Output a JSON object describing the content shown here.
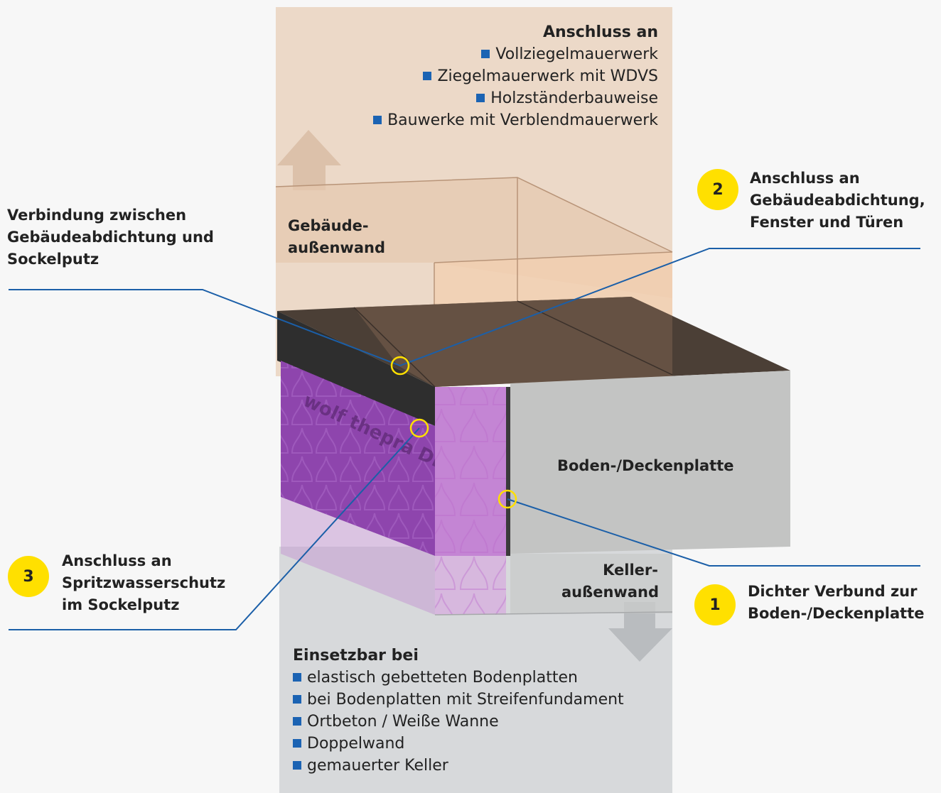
{
  "top_box": {
    "heading": "Anschluss an",
    "items": [
      "Vollziegelmauerwerk",
      "Ziegelmauerwerk mit WDVS",
      "Holzständerbauweise",
      "Bauwerke mit Verblendmauerwerk"
    ]
  },
  "bottom_box": {
    "heading": "Einsetzbar bei",
    "items": [
      "elastisch gebetteten Bodenplatten",
      "bei Bodenplatten mit Streifenfundament",
      "Ortbeton / Weiße Wanne",
      "Doppelwand",
      "gemauerter Keller"
    ]
  },
  "labels": {
    "wall_upper": [
      "Gebäude-",
      "außenwand"
    ],
    "slab": "Boden-/Deckenplatte",
    "wall_lower": [
      "Keller-",
      "außenwand"
    ],
    "product_print": "wolf thepra DDS"
  },
  "callouts": {
    "left_top": [
      "Verbindung zwischen",
      "Gebäudeabdichtung und",
      "Sockelputz"
    ],
    "c2": {
      "number": "2",
      "lines": [
        "Anschluss an",
        "Gebäudeabdichtung,",
        "Fenster und Türen"
      ]
    },
    "c3": {
      "number": "3",
      "lines": [
        "Anschluss an",
        "Spritzwasserschutz",
        "im Sockelputz"
      ]
    },
    "c1": {
      "number": "1",
      "lines": [
        "Dichter Verbund zur",
        "Boden-/Deckenplatte"
      ]
    }
  },
  "colors": {
    "top_panel": "#ecd9c8",
    "bottom_panel": "#d7d9db",
    "bullet": "#1b63b3",
    "badge": "#ffe000",
    "leader_line": "#1b5fa8",
    "membrane_purple": "#8e45ad",
    "dark_band": "#2e2e2e",
    "concrete": "#c3c4c3"
  }
}
